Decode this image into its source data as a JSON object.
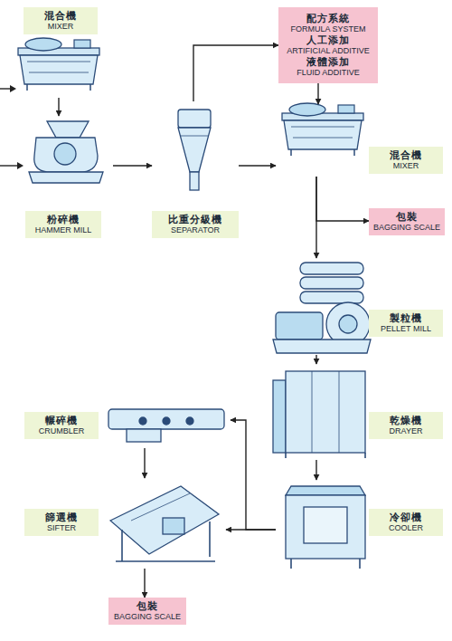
{
  "diagram": {
    "nodes": [
      {
        "text": [
          "混合機",
          "MIXER"
        ]
      },
      {
        "text": [
          "粉碎機",
          "HAMMER MILL"
        ]
      },
      {
        "text": [
          "比重分級機",
          "SEPARATOR"
        ]
      },
      {
        "text": [
          "配方系統",
          "FORMULA SYSTEM",
          "人工添加",
          "ARTIFICIAL ADDITIVE",
          "液體添加",
          "FLUID ADDITIVE"
        ]
      },
      {
        "text": [
          "混合機",
          "MIXER"
        ]
      },
      {
        "text": [
          "包裝",
          "BAGGING SCALE"
        ]
      },
      {
        "text": [
          "製粒機",
          "PELLET MILL"
        ]
      },
      {
        "text": [
          "乾燥機",
          "DRAYER"
        ]
      },
      {
        "text": [
          "冷卻機",
          "COOLER"
        ]
      },
      {
        "text": [
          "輾碎機",
          "CRUMBLER"
        ]
      },
      {
        "text": [
          "篩選機",
          "SIFTER"
        ]
      },
      {
        "text": [
          "包裝",
          "BAGGING SCALE"
        ]
      }
    ],
    "edges": [
      {
        "from": 0,
        "to": 1,
        "arrow": "to"
      },
      {
        "from": 1,
        "to": 2,
        "arrow": "to"
      },
      {
        "from": 2,
        "to": 3,
        "arrow": "to"
      },
      {
        "from": 2,
        "to": 4,
        "arrow": "to"
      },
      {
        "from": 3,
        "to": 4,
        "arrow": "to"
      },
      {
        "from": 4,
        "to": 5,
        "arrow": "to"
      },
      {
        "from": 4,
        "to": 6,
        "arrow": "to"
      },
      {
        "from": 6,
        "to": 7,
        "arrow": "to"
      },
      {
        "from": 7,
        "to": 8,
        "arrow": "to"
      },
      {
        "from": 8,
        "to": 9,
        "arrow": "to"
      },
      {
        "from": 8,
        "to": 10,
        "arrow": "to"
      },
      {
        "from": 9,
        "to": 10,
        "arrow": "to"
      },
      {
        "from": 10,
        "to": 11,
        "arrow": "to"
      }
    ]
  }
}
